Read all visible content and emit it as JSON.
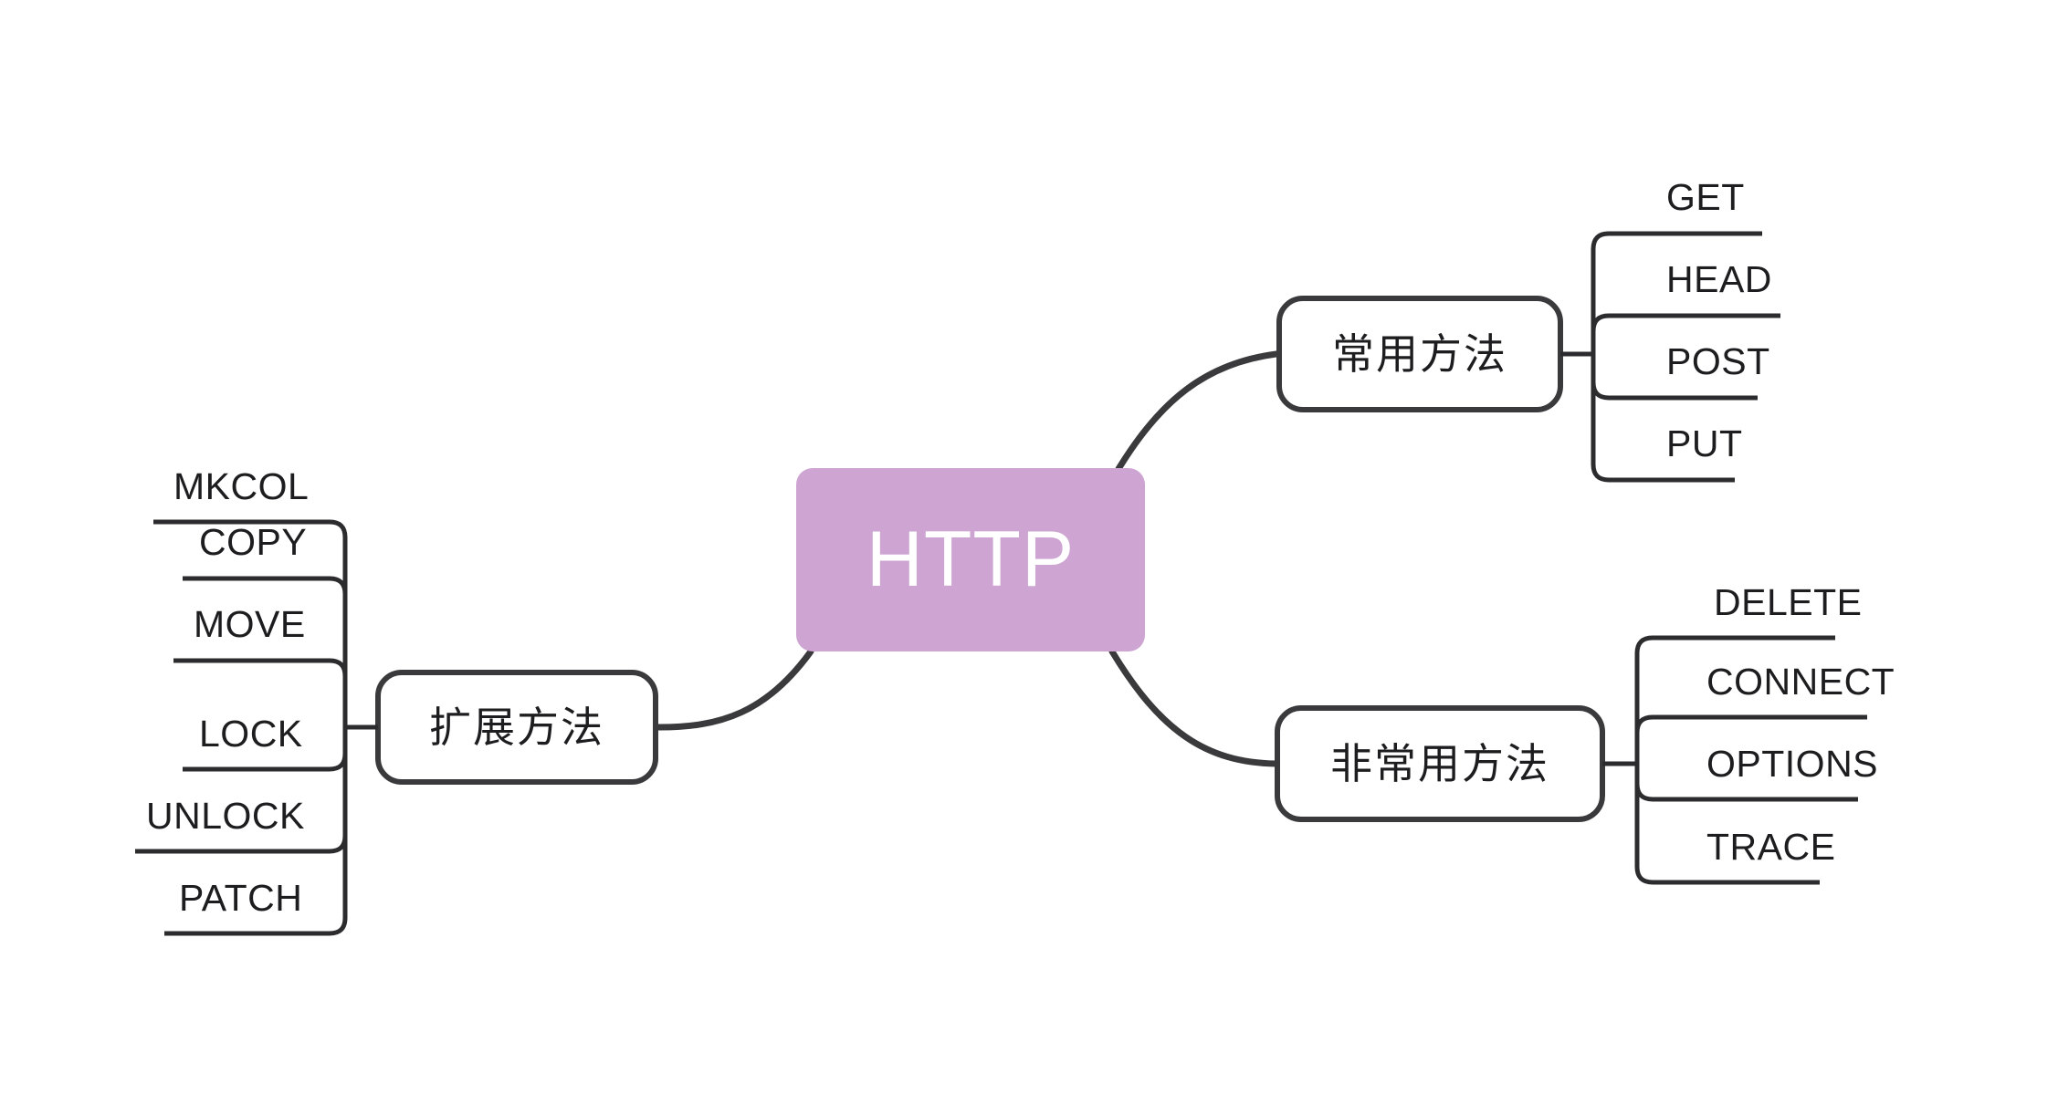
{
  "diagram": {
    "type": "mind-map",
    "title": "HTTP",
    "root": {
      "label": "HTTP",
      "color": "#cda4d2",
      "text_color": "#ffffff"
    },
    "stroke_color": "#3a3a3c",
    "node_fill": "#ffffff",
    "background": "#ffffff",
    "branches": [
      {
        "id": "common-methods",
        "label": "常用方法",
        "position": "top-right",
        "leaves": [
          {
            "label": "GET"
          },
          {
            "label": "HEAD"
          },
          {
            "label": "POST"
          },
          {
            "label": "PUT"
          }
        ]
      },
      {
        "id": "uncommon-methods",
        "label": "非常用方法",
        "position": "bottom-right",
        "leaves": [
          {
            "label": "DELETE"
          },
          {
            "label": "CONNECT"
          },
          {
            "label": "OPTIONS"
          },
          {
            "label": "TRACE"
          }
        ]
      },
      {
        "id": "extension-methods",
        "label": "扩展方法",
        "position": "left",
        "leaves": [
          {
            "label": "MKCOL"
          },
          {
            "label": "COPY"
          },
          {
            "label": "MOVE"
          },
          {
            "label": "LOCK"
          },
          {
            "label": "UNLOCK"
          },
          {
            "label": "PATCH"
          }
        ]
      }
    ]
  }
}
